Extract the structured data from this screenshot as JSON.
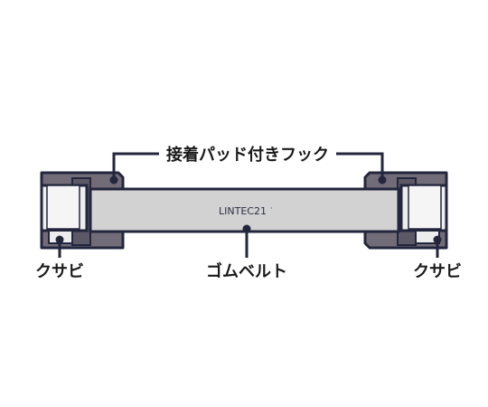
{
  "labels": {
    "hook_label": "接着パッド付きフック",
    "belt_label": "ゴムベルト",
    "clamp_left_label": "クサビ",
    "clamp_right_label": "クサビ",
    "brand_text": "LINTEC21",
    "brand_mark": "·"
  },
  "colors": {
    "outline": "#23263d",
    "hook_body": "#716c78",
    "belt_fill": "#d2d2d2",
    "clamp_fill": "#ededed",
    "text": "#1a1a1a"
  }
}
